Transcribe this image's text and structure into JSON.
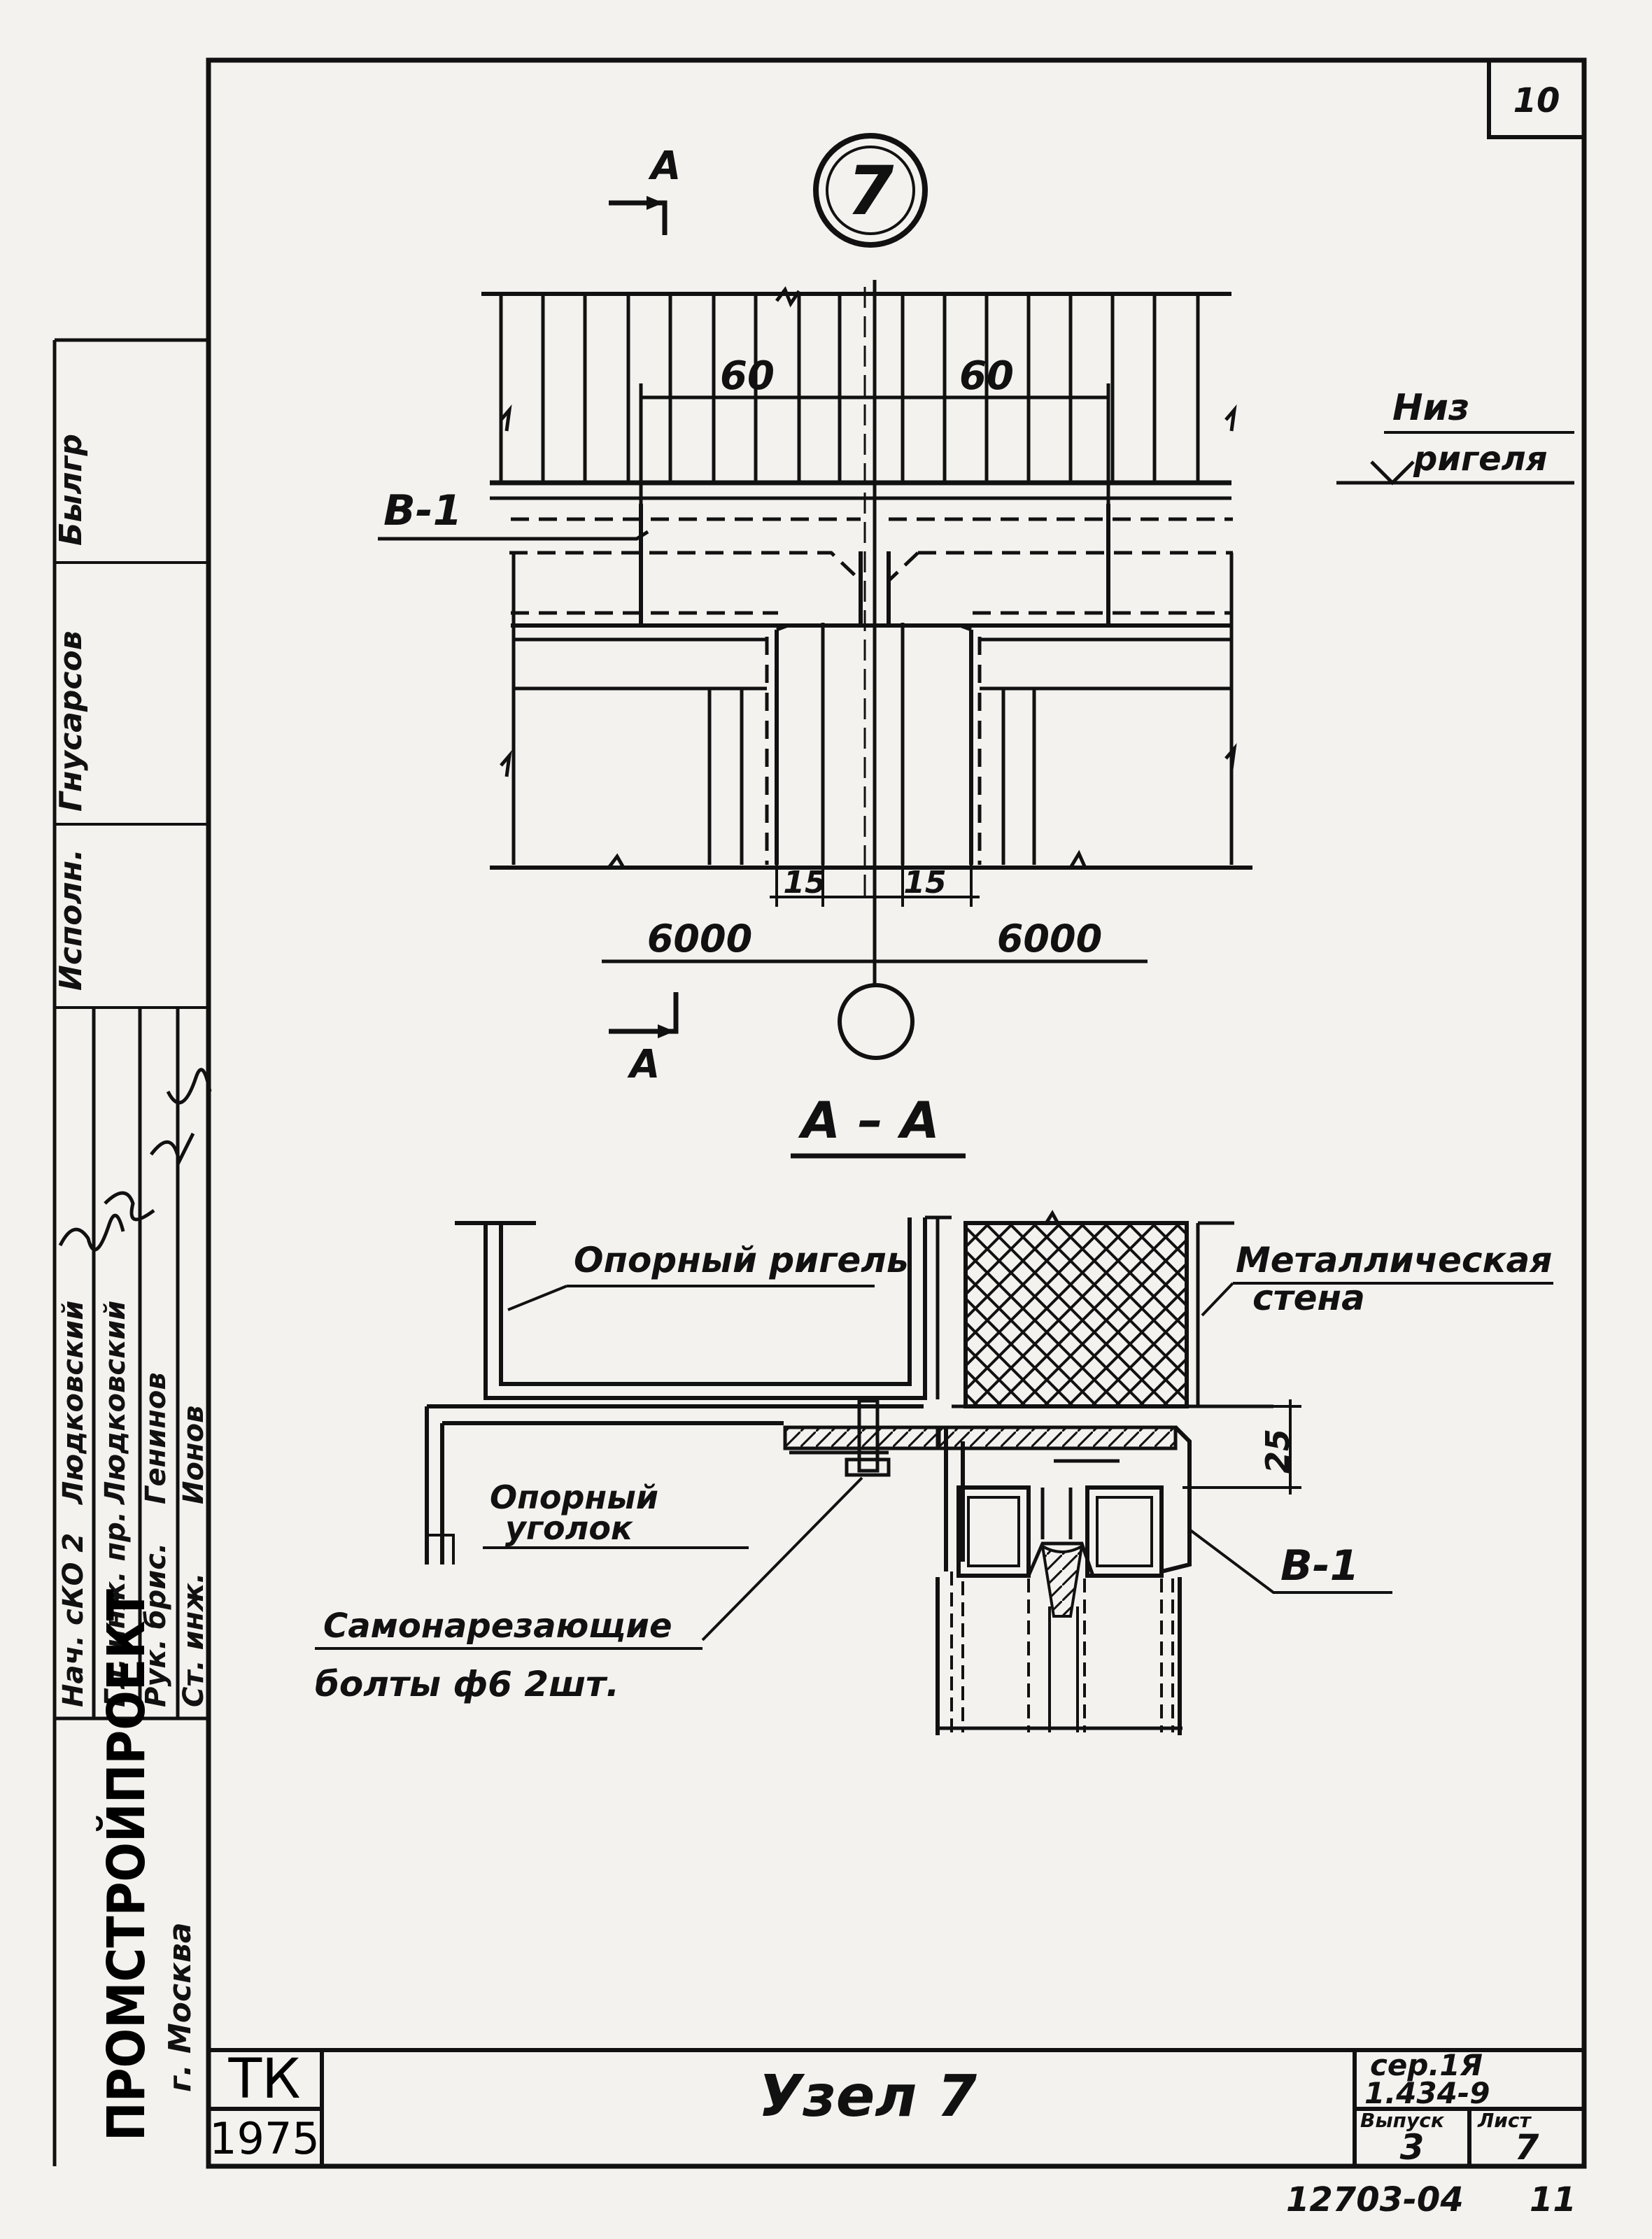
{
  "sheet_number": "10",
  "node_marker": "7",
  "section_marks": {
    "top": "А",
    "bottom": "А"
  },
  "plan": {
    "dim_left": "60",
    "dim_right": "60",
    "elevation_label_1": "Низ",
    "elevation_label_2": "ригеля",
    "brace_label": "В-1",
    "gap_left": "15",
    "gap_right": "15",
    "span_left": "6000",
    "span_right": "6000"
  },
  "section": {
    "title": "А – А",
    "support_beam": "Опорный ригель",
    "metal_wall_1": "Металлическая",
    "metal_wall_2": "стена",
    "support_angle_1": "Опорный",
    "support_angle_2": "уголок",
    "brace_label": "В-1",
    "dim_height": "25",
    "bolts_1": "Самонарезающие",
    "bolts_2": "болты ф6 2шт."
  },
  "signatures": {
    "roles": [
      "Нач. сКО 2",
      "Гл. инж. пр.",
      "Рук. брис.",
      "Ст. инж."
    ],
    "names": [
      "Людковский",
      "Людковский",
      "Генинов",
      "Ионов"
    ],
    "upper_cells": [
      "Исполн.",
      "Гнусарсов",
      "Былгр"
    ]
  },
  "organization": {
    "name": "ПРОМСТРОЙПРОЕКТ",
    "city": "г. Москва"
  },
  "title_block": {
    "code": "ТК",
    "year": "1975",
    "title": "Узел 7",
    "series_1": "сер.1Я",
    "series_2": "1.434-9",
    "issue_label": "Выпуск",
    "sheet_label": "Лист",
    "issue_value": "3",
    "sheet_value": "7"
  },
  "footer": {
    "archive_number": "12703-04",
    "page": "11"
  }
}
